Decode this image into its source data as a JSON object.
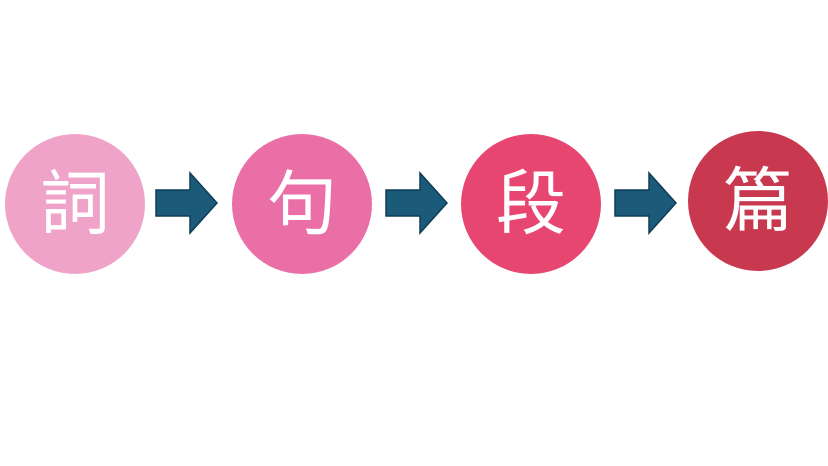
{
  "nodes": [
    {
      "label": "詞",
      "color": "#f0a3c8"
    },
    {
      "label": "句",
      "color": "#ea6fa6"
    },
    {
      "label": "段",
      "color": "#e6466f"
    },
    {
      "label": "篇",
      "color": "#c8394f"
    }
  ],
  "arrow_color": "#1b5a78",
  "arrow_stroke": "#0e3d55"
}
